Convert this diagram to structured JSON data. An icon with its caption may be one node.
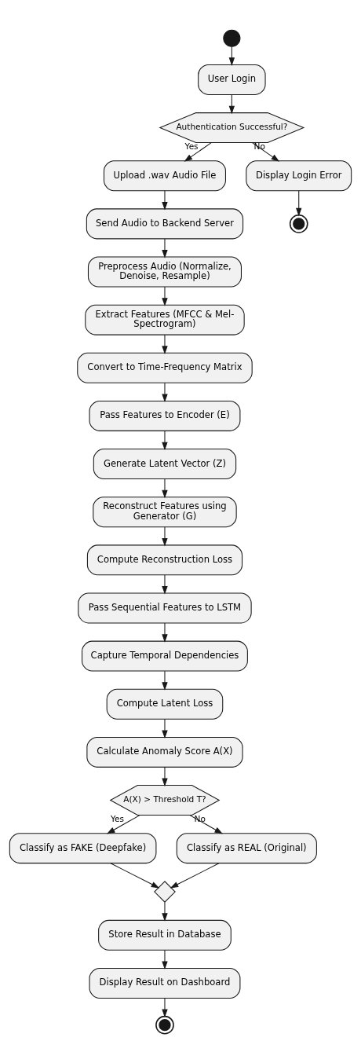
{
  "diagram": {
    "nodes": [
      {
        "text": [],
        "shape": "circle"
      },
      {
        "text": [
          "User Login"
        ]
      },
      {
        "text": [
          "Authentication Successful?"
        ]
      },
      {
        "text": [
          "Upload .wav Audio File"
        ]
      },
      {
        "text": [
          "Display Login Error"
        ]
      },
      {
        "text": [],
        "shape": "circle"
      },
      {
        "text": [
          "Send Audio to Backend Server"
        ]
      },
      {
        "text": [
          "Preprocess Audio (Normalize, Denoise, Resample)"
        ]
      },
      {
        "text": [
          "Extract Features (MFCC & Mel-Spectrogram)"
        ]
      },
      {
        "text": [
          "Convert to Time-Frequency Matrix"
        ]
      },
      {
        "text": [
          "Pass Features to Encoder (E)"
        ]
      },
      {
        "text": [
          "Generate Latent Vector (Z)"
        ]
      },
      {
        "text": [
          "Reconstruct Features using Generator (G)"
        ]
      },
      {
        "text": [
          "Compute Reconstruction Loss"
        ]
      },
      {
        "text": [
          "Pass Sequential Features to LSTM"
        ]
      },
      {
        "text": [
          "Capture Temporal Dependencies"
        ]
      },
      {
        "text": [
          "Compute Latent Loss"
        ]
      },
      {
        "text": [
          "Calculate Anomaly Score A(X)"
        ]
      },
      {
        "text": [
          "A(X) > Threshold T?"
        ]
      },
      {
        "text": [
          "Classify as FAKE (Deepfake)"
        ]
      },
      {
        "text": [
          "Classify as REAL (Original)"
        ]
      },
      {
        "text": [],
        "shape": "diamond"
      },
      {
        "text": [
          "Store Result in Database"
        ]
      },
      {
        "text": [
          "Display Result on Dashboard"
        ]
      },
      {
        "text": [],
        "shape": "circle"
      }
    ],
    "edges": [
      {
        "from": 0,
        "to": 1,
        "arrow": "to"
      },
      {
        "from": 1,
        "to": 2,
        "arrow": "to"
      },
      {
        "from": 2,
        "to": 3,
        "arrow": "to",
        "label": "Yes"
      },
      {
        "from": 2,
        "to": 4,
        "arrow": "to",
        "label": "No"
      },
      {
        "from": 4,
        "to": 5,
        "arrow": "to"
      },
      {
        "from": 3,
        "to": 6,
        "arrow": "to"
      },
      {
        "from": 6,
        "to": 7,
        "arrow": "to"
      },
      {
        "from": 7,
        "to": 8,
        "arrow": "to"
      },
      {
        "from": 8,
        "to": 9,
        "arrow": "to"
      },
      {
        "from": 9,
        "to": 10,
        "arrow": "to"
      },
      {
        "from": 10,
        "to": 11,
        "arrow": "to"
      },
      {
        "from": 11,
        "to": 12,
        "arrow": "to"
      },
      {
        "from": 12,
        "to": 13,
        "arrow": "to"
      },
      {
        "from": 13,
        "to": 14,
        "arrow": "to"
      },
      {
        "from": 14,
        "to": 15,
        "arrow": "to"
      },
      {
        "from": 15,
        "to": 16,
        "arrow": "to"
      },
      {
        "from": 16,
        "to": 17,
        "arrow": "to"
      },
      {
        "from": 17,
        "to": 18,
        "arrow": "to"
      },
      {
        "from": 18,
        "to": 19,
        "arrow": "to",
        "label": "Yes"
      },
      {
        "from": 18,
        "to": 20,
        "arrow": "to",
        "label": "No"
      },
      {
        "from": 19,
        "to": 21,
        "arrow": "to"
      },
      {
        "from": 20,
        "to": 21,
        "arrow": "to"
      },
      {
        "from": 21,
        "to": 22,
        "arrow": "to"
      },
      {
        "from": 22,
        "to": 23,
        "arrow": "to"
      },
      {
        "from": 23,
        "to": 24,
        "arrow": "to"
      }
    ]
  }
}
